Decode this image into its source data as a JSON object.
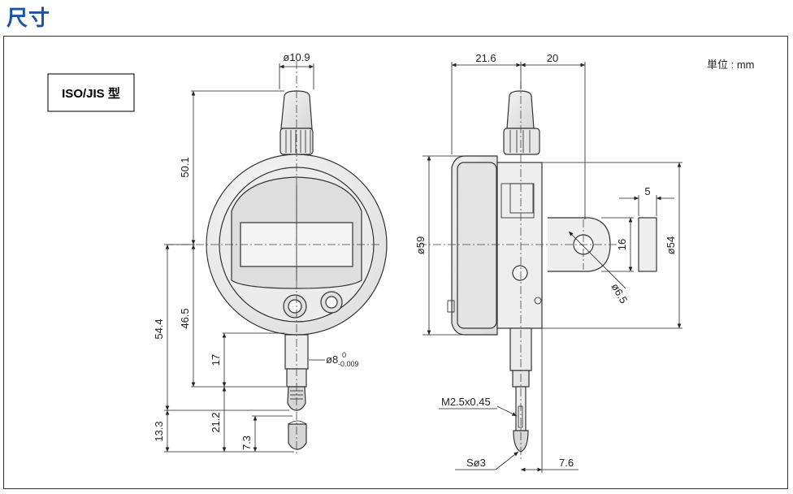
{
  "heading": "尺寸",
  "type_label": "ISO/JIS 型",
  "unit_label": "単位 : mm",
  "front": {
    "stem_dia": "ø10.9",
    "height_50": "50.1",
    "height_54": "54.4",
    "height_46": "46.5",
    "height_17": "17",
    "height_13": "13.3",
    "height_21": "21.2",
    "height_7": "7.3",
    "stem_tol_main": "ø8",
    "stem_tol_upper": "0",
    "stem_tol_lower": "-0.009"
  },
  "side": {
    "width_21": "21.6",
    "width_20": "20",
    "dia_59": "ø59",
    "dia_54": "ø54",
    "lug_5": "5",
    "lug_16": "16",
    "hole_6": "ø6.5",
    "thread": "M2.5x0.45",
    "contact": "Sø3",
    "tip_7": "7.6"
  }
}
